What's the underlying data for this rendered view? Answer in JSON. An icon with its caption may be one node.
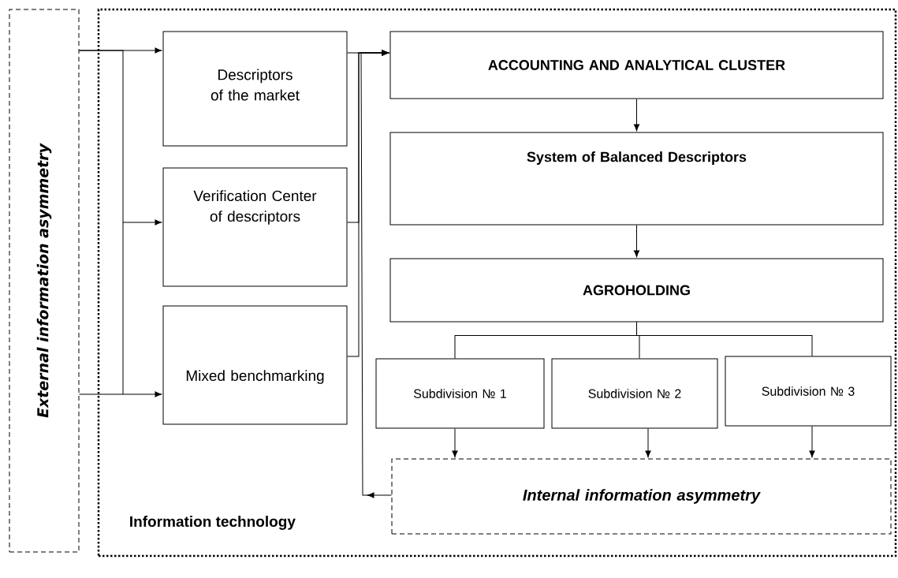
{
  "diagram": {
    "nodes": [
      {
        "text": [
          "External information asymmetry"
        ]
      },
      {
        "text": [
          "Information technology"
        ]
      },
      {
        "text": [
          "Descriptors of the market"
        ],
        "in": 1
      },
      {
        "text": [
          "Verification Center of  descriptors"
        ],
        "in": 1
      },
      {
        "text": [
          "Mixed benchmarking"
        ],
        "in": 1
      },
      {
        "text": [
          "ACCOUNTING AND ANALYTICAL CLUSTER"
        ],
        "in": 1
      },
      {
        "text": [
          "System of Balanced Descriptors"
        ],
        "in": 1
      },
      {
        "text": [
          "AGROHOLDING"
        ],
        "in": 1
      },
      {
        "text": [
          "Subdivision № 1"
        ],
        "in": 1
      },
      {
        "text": [
          "Subdivision № 2"
        ],
        "in": 1
      },
      {
        "text": [
          "Subdivision № 3"
        ],
        "in": 1
      },
      {
        "text": [
          "Internal information asymmetry"
        ],
        "in": 1
      }
    ],
    "edges": [
      {
        "from": 0,
        "to": 2,
        "arrow": "to"
      },
      {
        "from": 0,
        "to": 3,
        "arrow": "to"
      },
      {
        "from": 0,
        "to": 4,
        "arrow": "to"
      },
      {
        "from": 2,
        "to": 5,
        "arrow": "to"
      },
      {
        "from": 3,
        "to": 5,
        "arrow": "to"
      },
      {
        "from": 4,
        "to": 5,
        "arrow": "to"
      },
      {
        "from": 11,
        "to": 5,
        "arrow": "to"
      },
      {
        "from": 5,
        "to": 6,
        "arrow": "to"
      },
      {
        "from": 6,
        "to": 7,
        "arrow": "to"
      },
      {
        "from": 7,
        "to": 8,
        "arrow": "none"
      },
      {
        "from": 7,
        "to": 9,
        "arrow": "none"
      },
      {
        "from": 7,
        "to": 10,
        "arrow": "none"
      },
      {
        "from": 8,
        "to": 11,
        "arrow": "to"
      },
      {
        "from": 9,
        "to": 11,
        "arrow": "to"
      },
      {
        "from": 10,
        "to": 11,
        "arrow": "to"
      }
    ]
  }
}
